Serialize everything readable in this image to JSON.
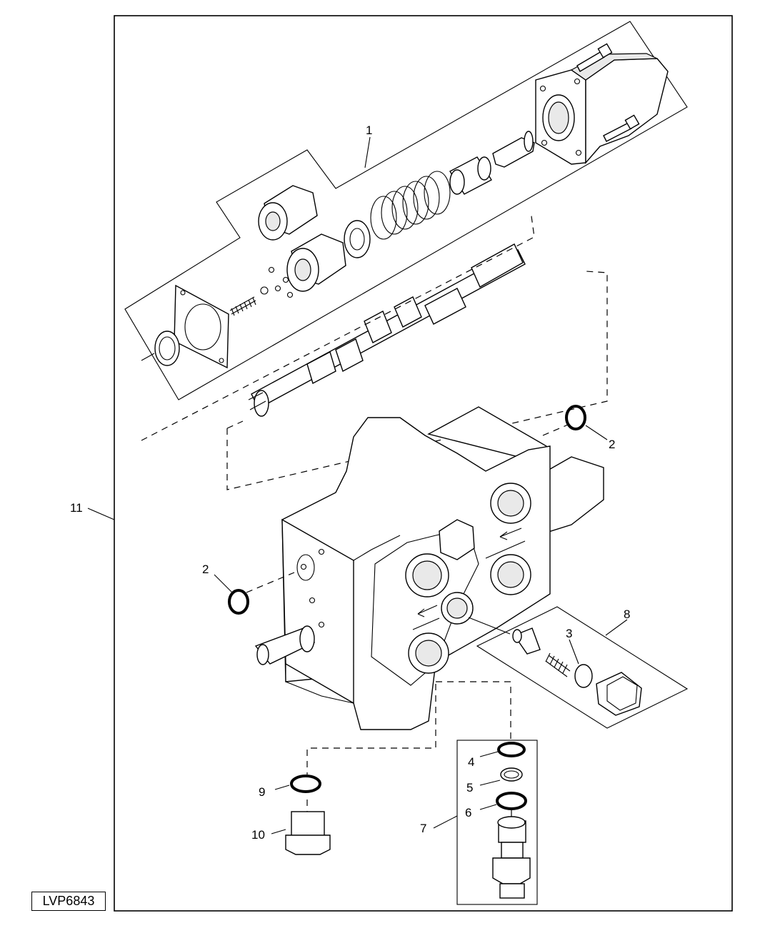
{
  "diagram": {
    "drawing_code": "LVP6843",
    "callouts": [
      {
        "id": "1",
        "text": "1"
      },
      {
        "id": "2a",
        "text": "2"
      },
      {
        "id": "2b",
        "text": "2"
      },
      {
        "id": "3",
        "text": "3"
      },
      {
        "id": "4",
        "text": "4"
      },
      {
        "id": "5",
        "text": "5"
      },
      {
        "id": "6",
        "text": "6"
      },
      {
        "id": "7",
        "text": "7"
      },
      {
        "id": "8",
        "text": "8"
      },
      {
        "id": "9",
        "text": "9"
      },
      {
        "id": "10",
        "text": "10"
      },
      {
        "id": "11",
        "text": "11"
      }
    ]
  }
}
